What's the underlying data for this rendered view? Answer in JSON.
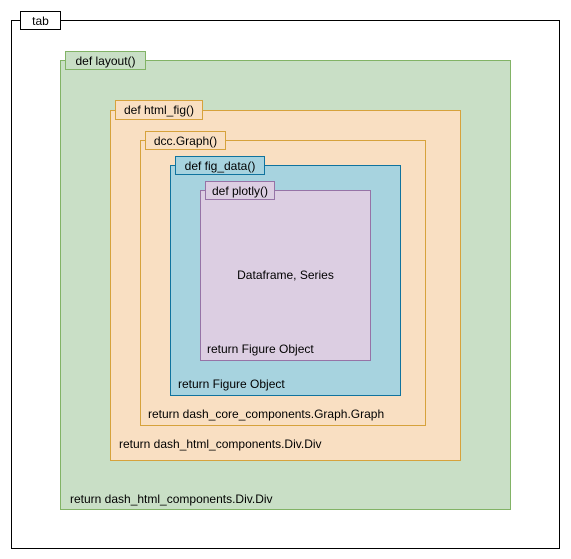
{
  "colors": {
    "layout_fill": "#c9dfc6",
    "layout_border": "#82b366",
    "orange_fill": "#f9dfc2",
    "orange_border": "#d6a23c",
    "blue_fill": "#a7d3df",
    "blue_border": "#10739e",
    "purple_fill": "#dccee2",
    "purple_border": "#9673a6"
  },
  "tab": {
    "label": "tab"
  },
  "layout": {
    "label": "def layout()",
    "return": "return dash_html_components.Div.Div"
  },
  "html_fig": {
    "label": "def html_fig()",
    "return": "return dash_html_components.Div.Div"
  },
  "dcc_graph": {
    "label": "dcc.Graph()",
    "return": "return dash_core_components.Graph.Graph"
  },
  "fig_data": {
    "label": "def fig_data()",
    "return": "return Figure Object"
  },
  "plotly": {
    "label": "def plotly()",
    "content": "Dataframe, Series",
    "return": "return Figure Object"
  }
}
